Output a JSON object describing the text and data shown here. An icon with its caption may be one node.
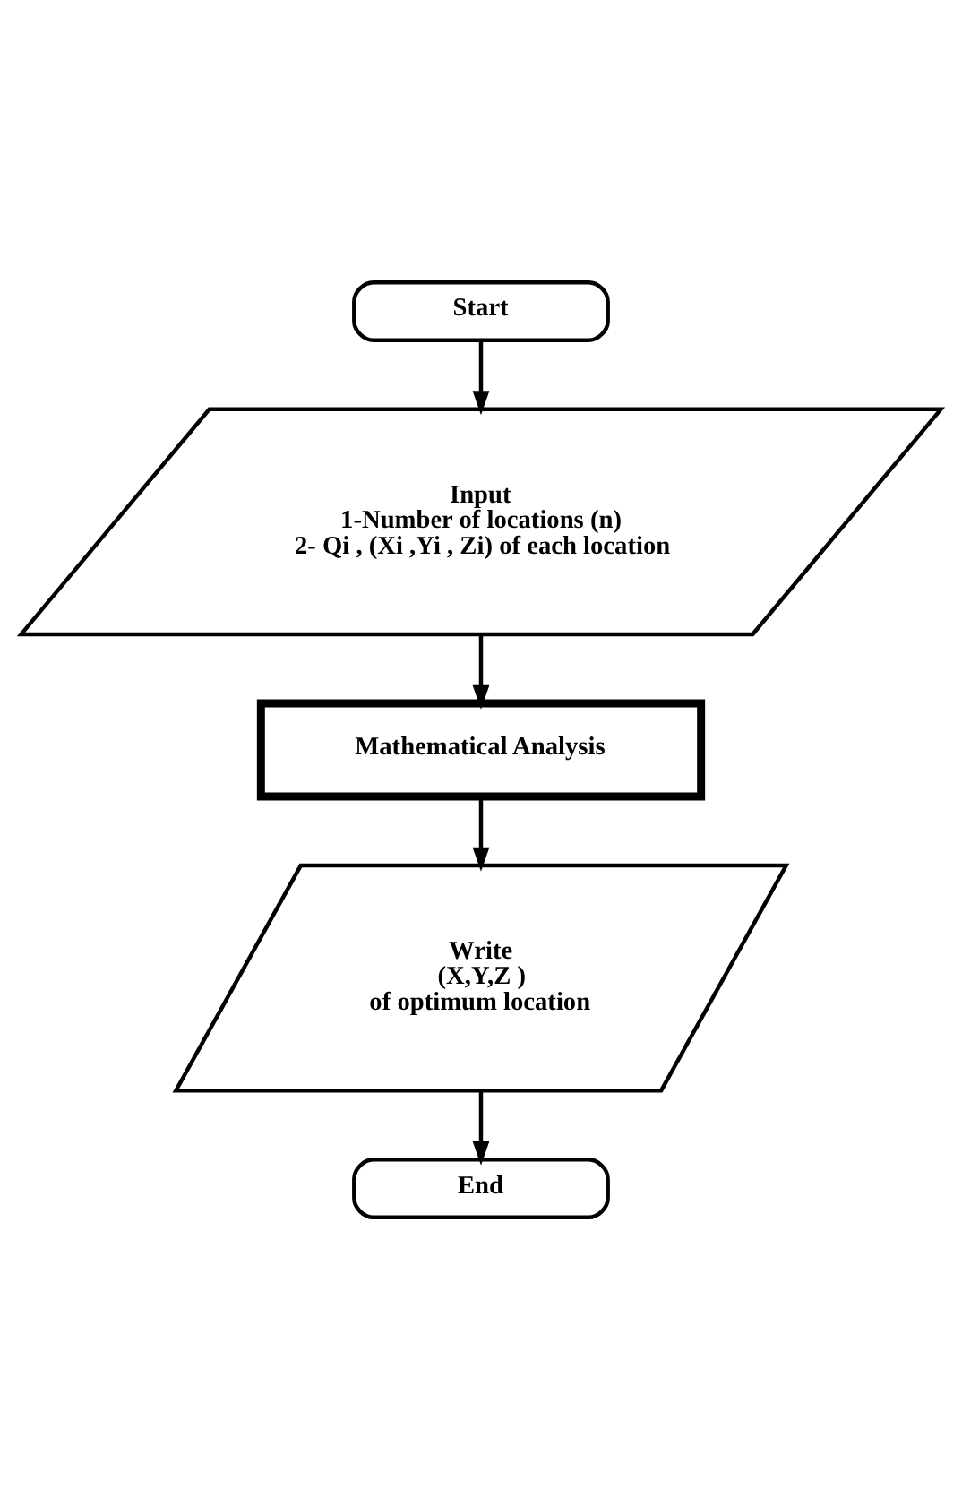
{
  "diagram": {
    "nodes": [
      {
        "text": [
          "Start"
        ]
      },
      {
        "text": [
          "Input",
          "1-Number of locations (n)",
          "2- Qi , (Xi ,Yi , Zi) of each location"
        ]
      },
      {
        "text": [
          "Mathematical Analysis"
        ]
      },
      {
        "text": [
          "Write",
          "(X,Y,Z )",
          "of optimum location"
        ]
      },
      {
        "text": [
          "End"
        ]
      }
    ],
    "edges": [
      {
        "from": 0,
        "to": 1,
        "arrow": "to"
      },
      {
        "from": 1,
        "to": 2,
        "arrow": "to"
      },
      {
        "from": 2,
        "to": 3,
        "arrow": "to"
      },
      {
        "from": 3,
        "to": 4,
        "arrow": "to"
      }
    ]
  }
}
